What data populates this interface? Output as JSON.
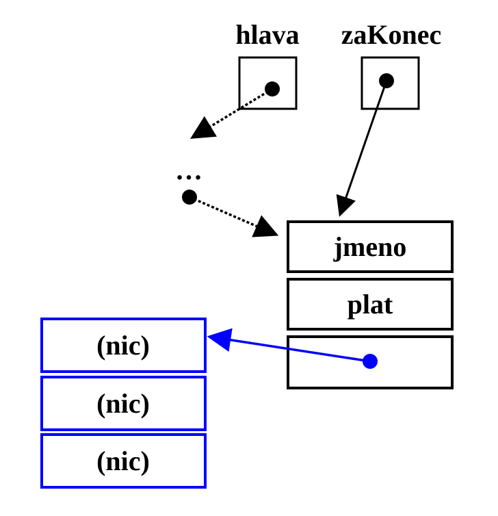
{
  "labels": {
    "head": "hlava",
    "tail": "zaKonec",
    "ellipsis": "…"
  },
  "node": {
    "fields": [
      "jmeno",
      "plat",
      ""
    ]
  },
  "new_node": {
    "fields": [
      "(nic)",
      "(nic)",
      "(nic)"
    ]
  },
  "colors": {
    "existing": "#000000",
    "new": "#0000ff"
  }
}
